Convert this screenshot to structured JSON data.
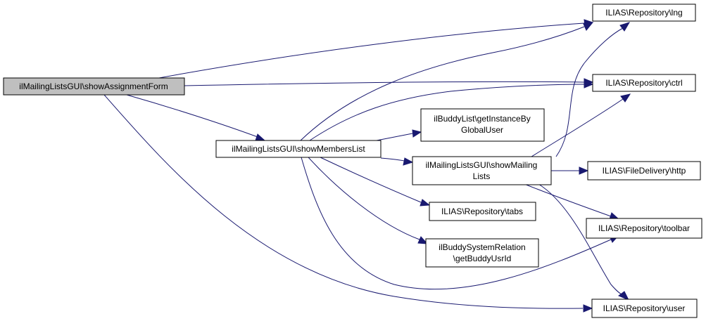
{
  "colors": {
    "edge": "#191970",
    "root_fill": "#bfbfbf",
    "node_fill": "#ffffff",
    "node_border": "#000000"
  },
  "nodes": {
    "show_assignment_form": {
      "lines": [
        "ilMailingListsGUI\\showAssignmentForm"
      ]
    },
    "show_members_list": {
      "lines": [
        "ilMailingListsGUI\\showMembersList"
      ]
    },
    "repo_lng": {
      "lines": [
        "ILIAS\\Repository\\lng"
      ]
    },
    "repo_ctrl": {
      "lines": [
        "ILIAS\\Repository\\ctrl"
      ]
    },
    "buddy_list_instance": {
      "lines": [
        "ilBuddyList\\getInstanceBy",
        "GlobalUser"
      ]
    },
    "show_mailing_lists": {
      "lines": [
        "ilMailingListsGUI\\showMailing",
        "Lists"
      ]
    },
    "file_delivery_http": {
      "lines": [
        "ILIAS\\FileDelivery\\http"
      ]
    },
    "repo_tabs": {
      "lines": [
        "ILIAS\\Repository\\tabs"
      ]
    },
    "repo_toolbar": {
      "lines": [
        "ILIAS\\Repository\\toolbar"
      ]
    },
    "buddy_system_relation": {
      "lines": [
        "ilBuddySystemRelation",
        "\\getBuddyUsrId"
      ]
    },
    "repo_user": {
      "lines": [
        "ILIAS\\Repository\\user"
      ]
    }
  }
}
